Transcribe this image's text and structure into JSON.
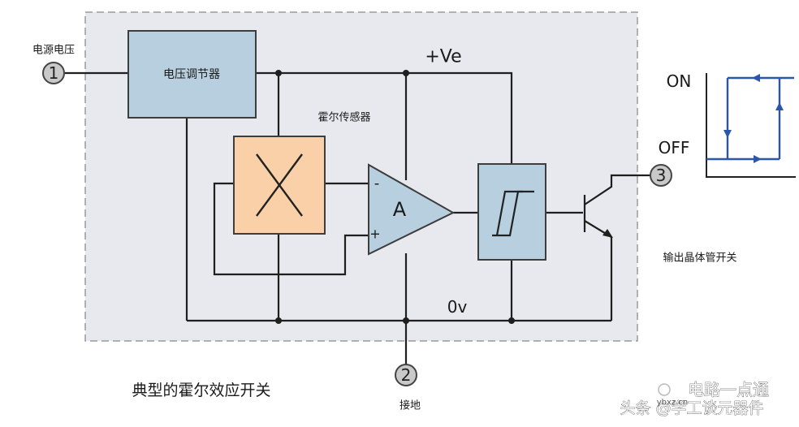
{
  "labels": {
    "supply_voltage": "电源电压",
    "regulator": "电压调节器",
    "hall_sensor": "霍尔传感器",
    "plus_ve": "+Ve",
    "zero_v": "0v",
    "amplifier": "A",
    "minus_sign": "-",
    "plus_sign": "+",
    "output_transistor": "输出晶体管开关",
    "ground": "接地",
    "caption": "典型的霍尔效应开关",
    "on": "ON",
    "off": "OFF"
  },
  "pins": {
    "p1": "1",
    "p2": "2",
    "p3": "3"
  },
  "watermark": {
    "line1": "电路一点通",
    "line2": "头条 @学工谈元器件",
    "site": "ybxz.cn"
  },
  "colors": {
    "block_blue": "#b8cfe0",
    "hall_orange": "#f9d0a8",
    "panel": "#e8e8ef",
    "hysteresis_blue": "#2c56a8"
  }
}
